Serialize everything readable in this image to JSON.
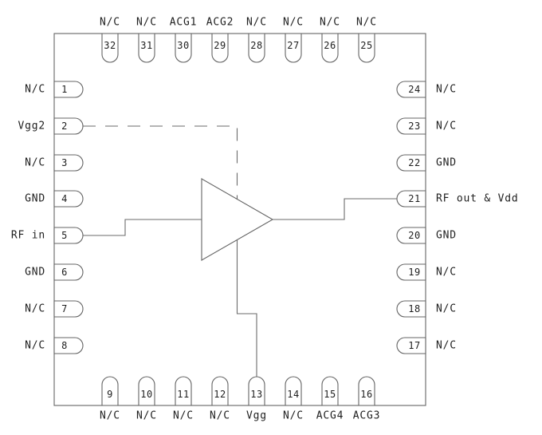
{
  "colors": {
    "background": "#ffffff",
    "line": "#646464",
    "text": "#1f1f1f"
  },
  "symbols": {
    "amplifier": "amplifier-triangle"
  },
  "pins": {
    "left": [
      {
        "number": "1",
        "label": "N/C"
      },
      {
        "number": "2",
        "label": "Vgg2"
      },
      {
        "number": "3",
        "label": "N/C"
      },
      {
        "number": "4",
        "label": "GND"
      },
      {
        "number": "5",
        "label": "RF in"
      },
      {
        "number": "6",
        "label": "GND"
      },
      {
        "number": "7",
        "label": "N/C"
      },
      {
        "number": "8",
        "label": "N/C"
      }
    ],
    "right": [
      {
        "number": "24",
        "label": "N/C"
      },
      {
        "number": "23",
        "label": "N/C"
      },
      {
        "number": "22",
        "label": "GND"
      },
      {
        "number": "21",
        "label": "RF out & Vdd"
      },
      {
        "number": "20",
        "label": "GND"
      },
      {
        "number": "19",
        "label": "N/C"
      },
      {
        "number": "18",
        "label": "N/C"
      },
      {
        "number": "17",
        "label": "N/C"
      }
    ],
    "top": [
      {
        "number": "32",
        "label": "N/C"
      },
      {
        "number": "31",
        "label": "N/C"
      },
      {
        "number": "30",
        "label": "ACG1"
      },
      {
        "number": "29",
        "label": "ACG2"
      },
      {
        "number": "28",
        "label": "N/C"
      },
      {
        "number": "27",
        "label": "N/C"
      },
      {
        "number": "26",
        "label": "N/C"
      },
      {
        "number": "25",
        "label": "N/C"
      }
    ],
    "bottom": [
      {
        "number": "9",
        "label": "N/C"
      },
      {
        "number": "10",
        "label": "N/C"
      },
      {
        "number": "11",
        "label": "N/C"
      },
      {
        "number": "12",
        "label": "N/C"
      },
      {
        "number": "13",
        "label": "Vgg"
      },
      {
        "number": "14",
        "label": "N/C"
      },
      {
        "number": "15",
        "label": "ACG4"
      },
      {
        "number": "16",
        "label": "ACG3"
      }
    ]
  }
}
